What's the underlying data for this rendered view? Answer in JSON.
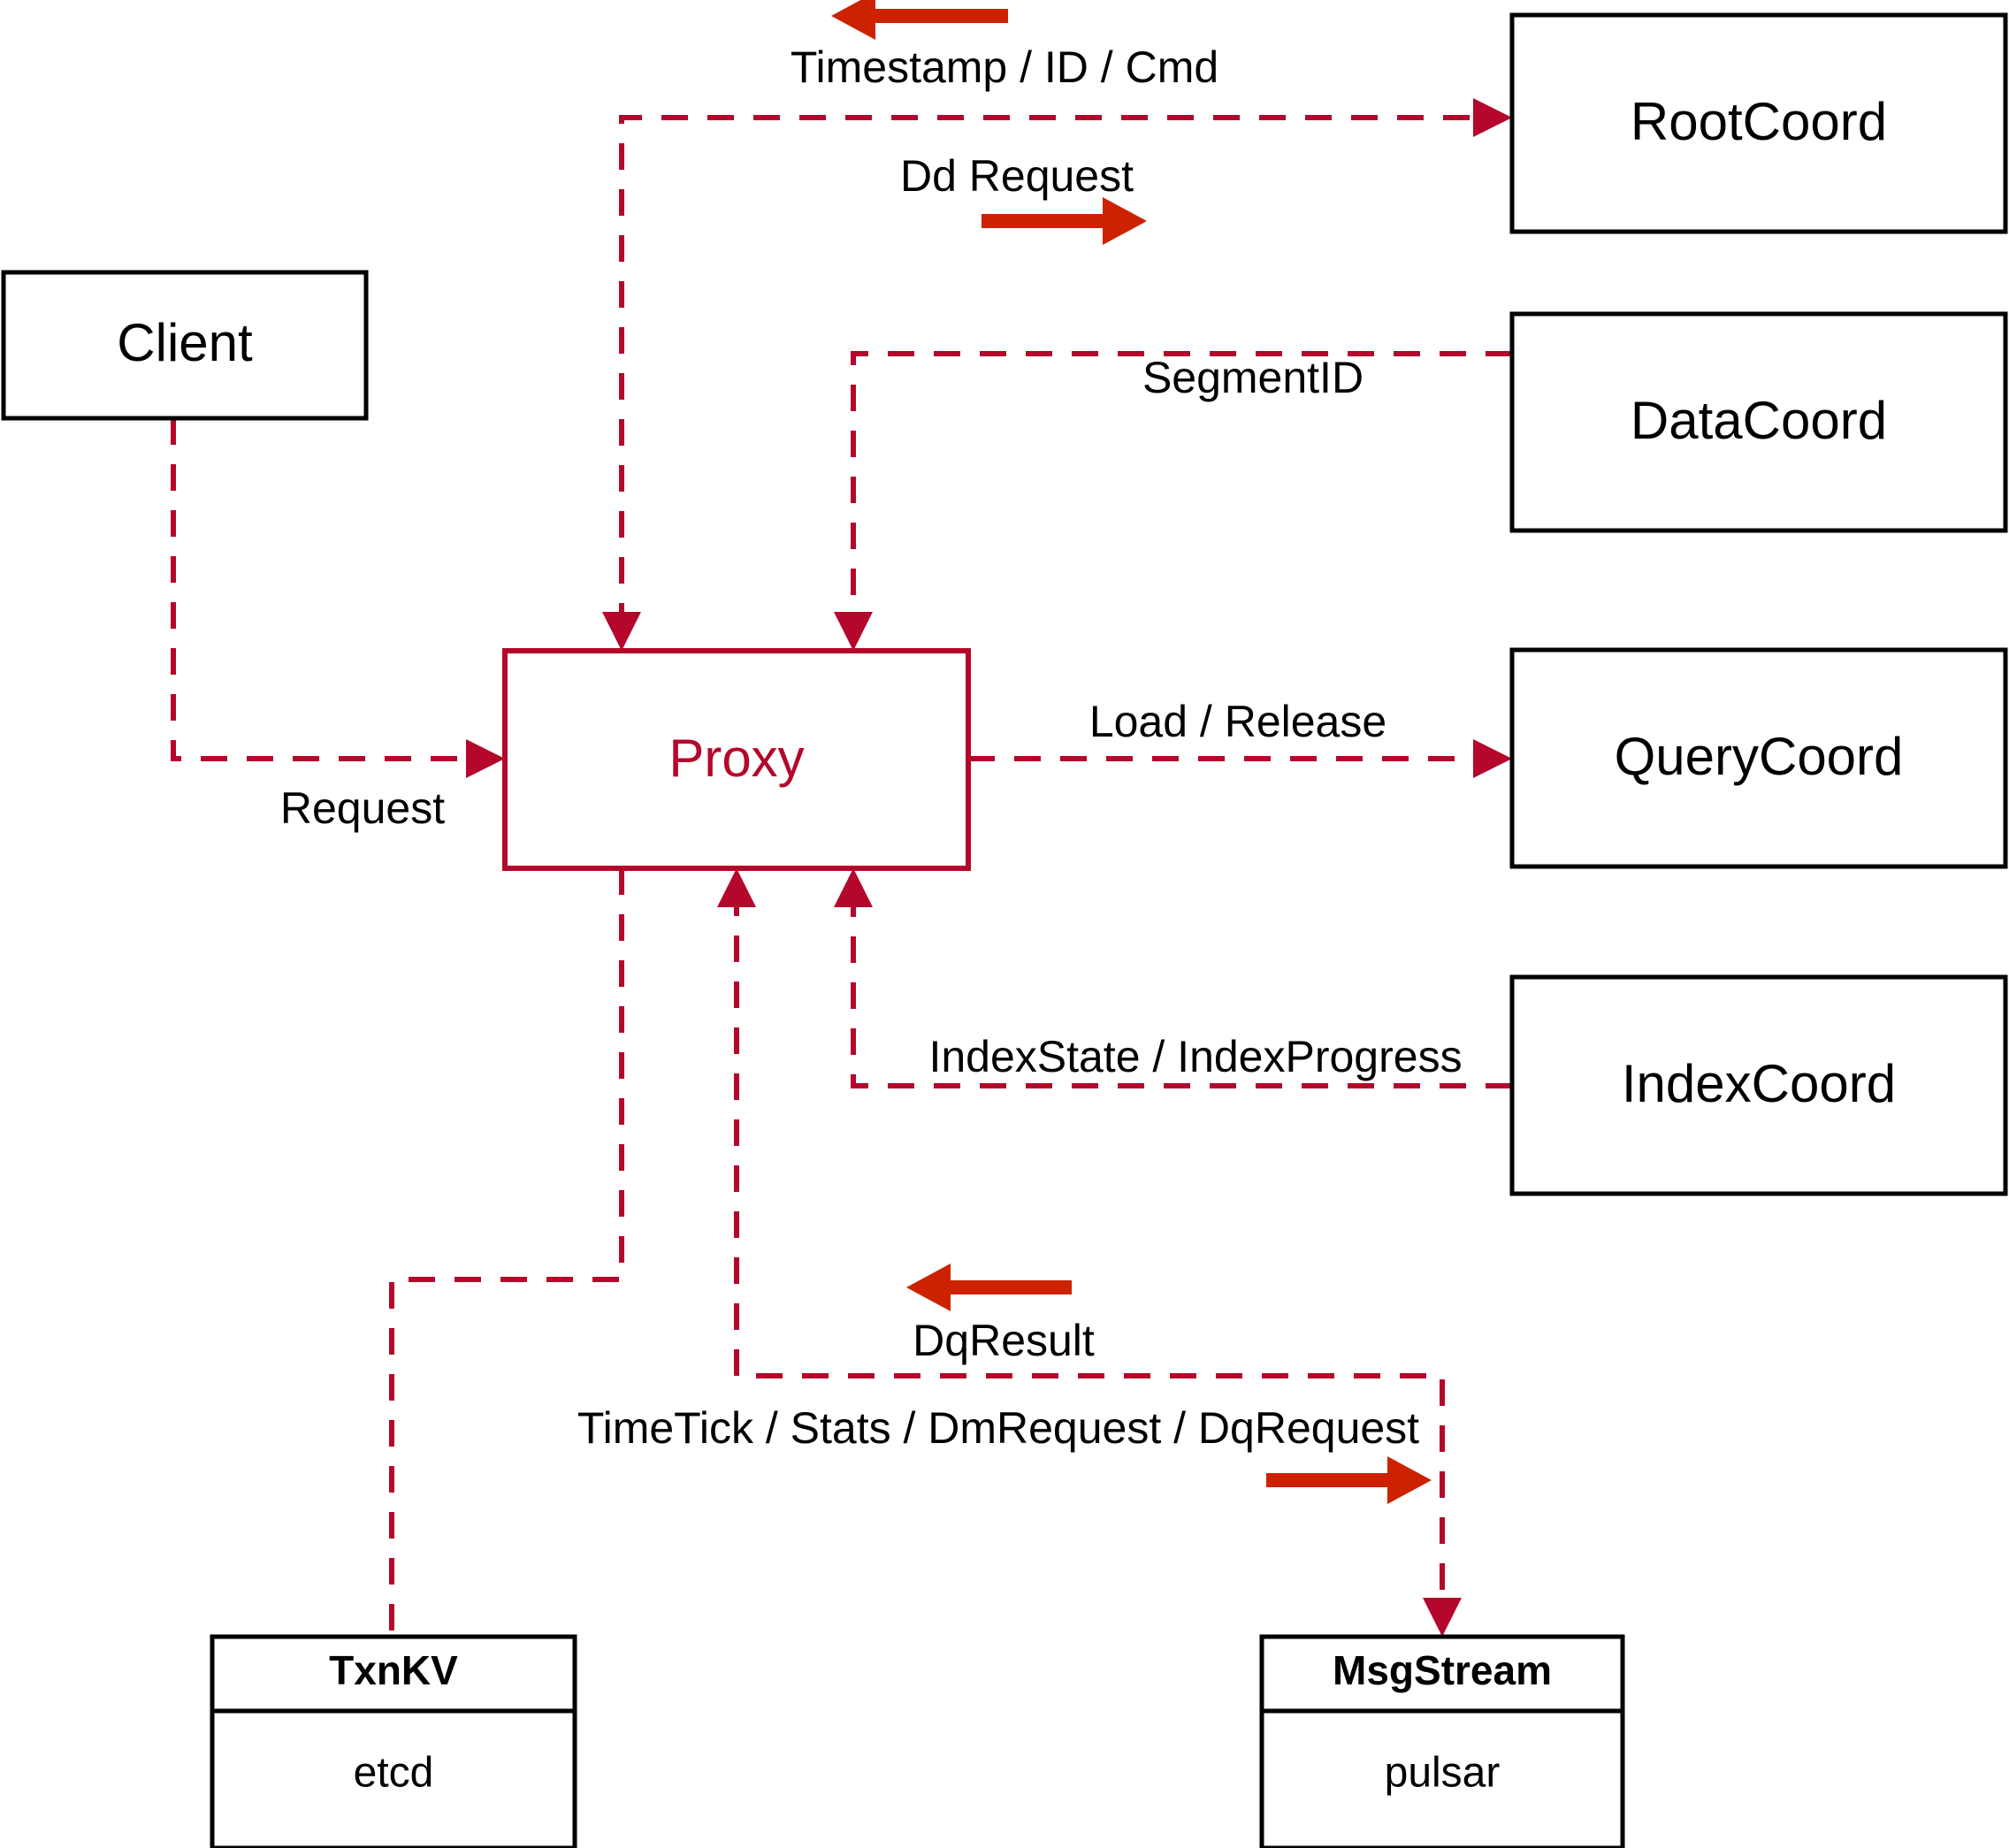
{
  "diagram": {
    "title": "Milvus Proxy interaction diagram",
    "accent_color": "#b4072b",
    "arrow_color": "#cc2200",
    "node_stroke_color": "#000000",
    "background_color": "#ffffff"
  },
  "nodes": {
    "client": {
      "label": "Client"
    },
    "proxy": {
      "label": "Proxy"
    },
    "root_coord": {
      "label": "RootCoord"
    },
    "data_coord": {
      "label": "DataCoord"
    },
    "query_coord": {
      "label": "QueryCoord"
    },
    "index_coord": {
      "label": "IndexCoord"
    },
    "txn_kv": {
      "title": "TxnKV",
      "impl": "etcd"
    },
    "msg_stream": {
      "title": "MsgStream",
      "impl": "pulsar"
    }
  },
  "edges": [
    {
      "id": "client-request",
      "label": "Request",
      "from": "client",
      "to": "proxy"
    },
    {
      "id": "rootcoord-response",
      "label": "Timestamp / ID / Cmd",
      "from": "root_coord",
      "to": "proxy"
    },
    {
      "id": "rootcoord-request",
      "label": "Dd Request",
      "from": "proxy",
      "to": "root_coord"
    },
    {
      "id": "datacoord-segmentid",
      "label": "SegmentID",
      "from": "data_coord",
      "to": "proxy"
    },
    {
      "id": "querycoord-load",
      "label": "Load / Release",
      "from": "proxy",
      "to": "query_coord"
    },
    {
      "id": "indexcoord-state",
      "label": "IndexState / IndexProgress",
      "from": "index_coord",
      "to": "proxy"
    },
    {
      "id": "msgstream-dqresult",
      "label": "DqResult",
      "from": "msg_stream",
      "to": "proxy"
    },
    {
      "id": "msgstream-request",
      "label": "TimeTick / Stats / DmRequest / DqRequest",
      "from": "proxy",
      "to": "msg_stream"
    },
    {
      "id": "txnkv-link",
      "label": "",
      "from": "proxy",
      "to": "txn_kv"
    }
  ]
}
